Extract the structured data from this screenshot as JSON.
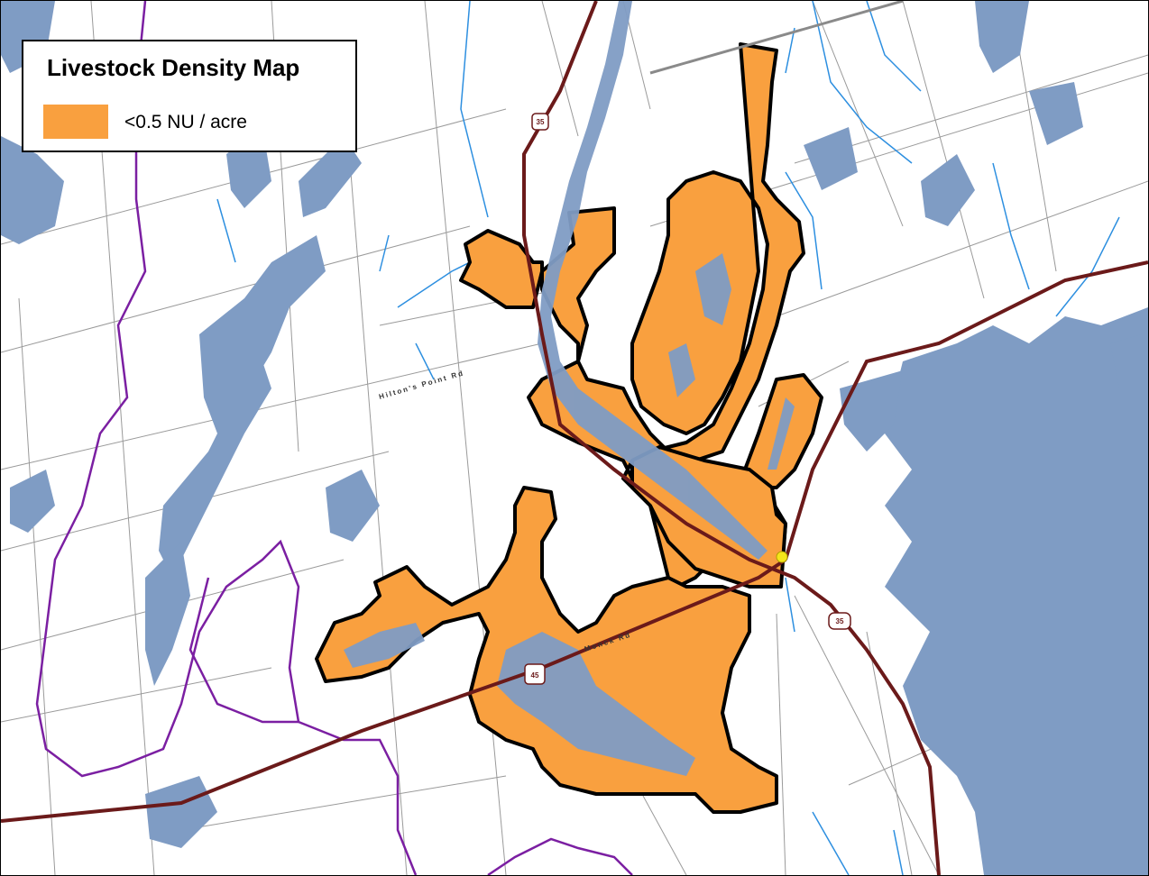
{
  "legend": {
    "title": "Livestock Density Map",
    "items": [
      {
        "label": "<0.5 NU / acre",
        "color": "#f9a03f"
      }
    ]
  },
  "road_labels": {
    "hiltons_point": "Hilton's Point Rd",
    "monck": "Monck Rd"
  },
  "highway_shields": {
    "hwy35_north": "35",
    "hwy35_south": "35",
    "hwy45": "45"
  },
  "colors": {
    "water": "#7f9cc4",
    "stream": "#2d8fe0",
    "density_zone": "#f9a03f",
    "zone_outline": "#000000",
    "highway": "#6b1a1a",
    "watershed_boundary": "#7b1fa2",
    "roads": "#8a8a8a",
    "marker": "#f5e51a"
  }
}
